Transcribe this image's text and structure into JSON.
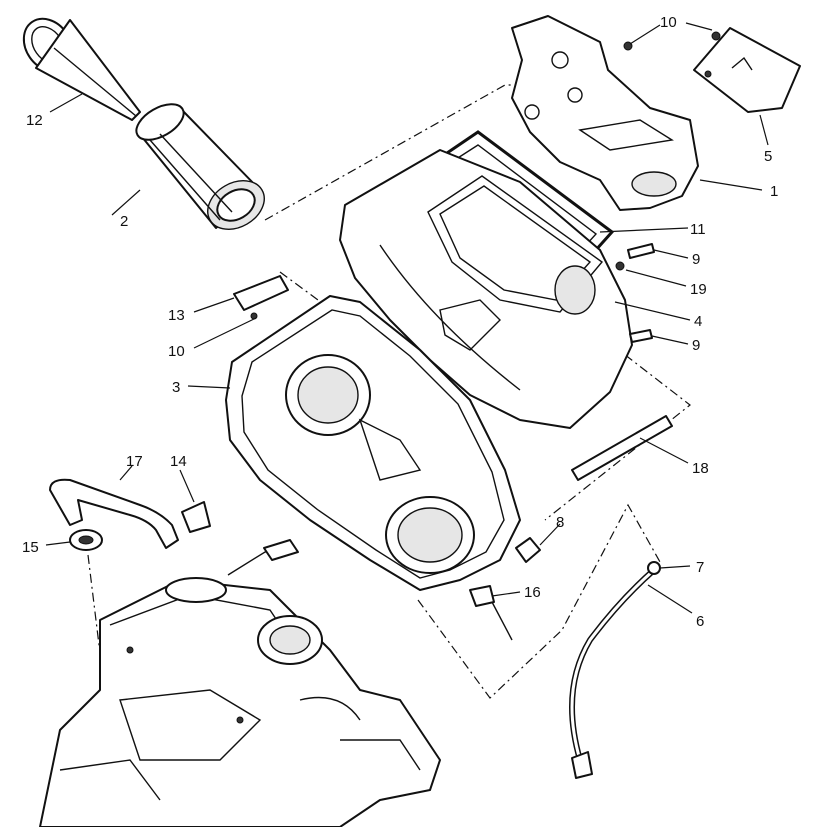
{
  "diagram": {
    "callouts": [
      {
        "id": "c1",
        "label": "1"
      },
      {
        "id": "c2",
        "label": "2"
      },
      {
        "id": "c3",
        "label": "3"
      },
      {
        "id": "c4",
        "label": "4"
      },
      {
        "id": "c5",
        "label": "5"
      },
      {
        "id": "c6",
        "label": "6"
      },
      {
        "id": "c7",
        "label": "7"
      },
      {
        "id": "c8",
        "label": "8"
      },
      {
        "id": "c9a",
        "label": "9"
      },
      {
        "id": "c9b",
        "label": "9"
      },
      {
        "id": "c10a",
        "label": "10"
      },
      {
        "id": "c10b",
        "label": "10"
      },
      {
        "id": "c11",
        "label": "11"
      },
      {
        "id": "c12",
        "label": "12"
      },
      {
        "id": "c13",
        "label": "13"
      },
      {
        "id": "c14",
        "label": "14"
      },
      {
        "id": "c15",
        "label": "15"
      },
      {
        "id": "c16",
        "label": "16"
      },
      {
        "id": "c17",
        "label": "17"
      },
      {
        "id": "c18",
        "label": "18"
      },
      {
        "id": "c19",
        "label": "19"
      }
    ]
  }
}
